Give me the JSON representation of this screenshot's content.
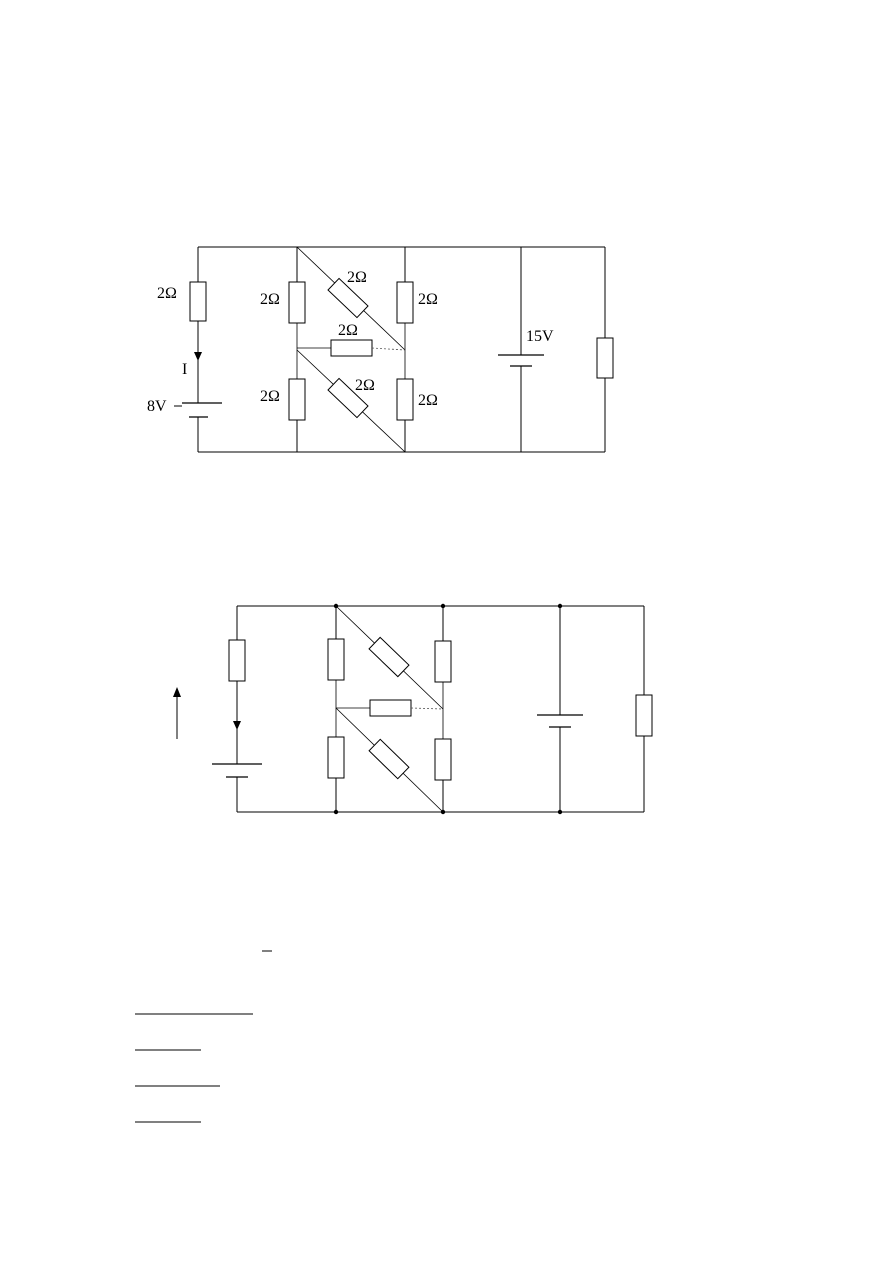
{
  "diagram1": {
    "labels": {
      "r_left": "2Ω",
      "r_mid_top": "2Ω",
      "r_diag_top": "2Ω",
      "r_right_top": "2Ω",
      "r_horizontal": "2Ω",
      "r_mid_bottom": "2Ω",
      "r_diag_bottom": "2Ω",
      "r_right_bottom": "2Ω",
      "current": "I",
      "battery_left": "8V",
      "battery_right": "15V"
    }
  },
  "diagram2": {}
}
